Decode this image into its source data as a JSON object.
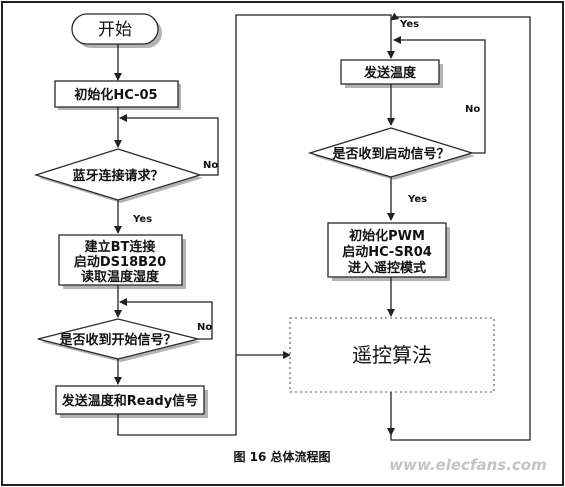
{
  "nodes": {
    "start": "开始",
    "init_hc05": "初始化HC-05",
    "bt_request": "蓝牙连接请求？",
    "bt_connect": [
      "建立BT连接",
      "启动DS18B20",
      "读取温度湿度"
    ],
    "start_signal_left": "是否收到开始信号？",
    "send_ready": "发送温度和Ready信号",
    "send_temp": "发送温度",
    "start_signal_right": "是否收到启动信号？",
    "init_pwm": [
      "初始化PWM",
      "启动HC-SR04",
      "进入遥控模式"
    ],
    "remote_algo": "遥控算法"
  },
  "edge_labels": {
    "no": "No",
    "yes": "Yes"
  },
  "caption": "图 16 总体流程图",
  "watermark": "www.elecfans.com"
}
